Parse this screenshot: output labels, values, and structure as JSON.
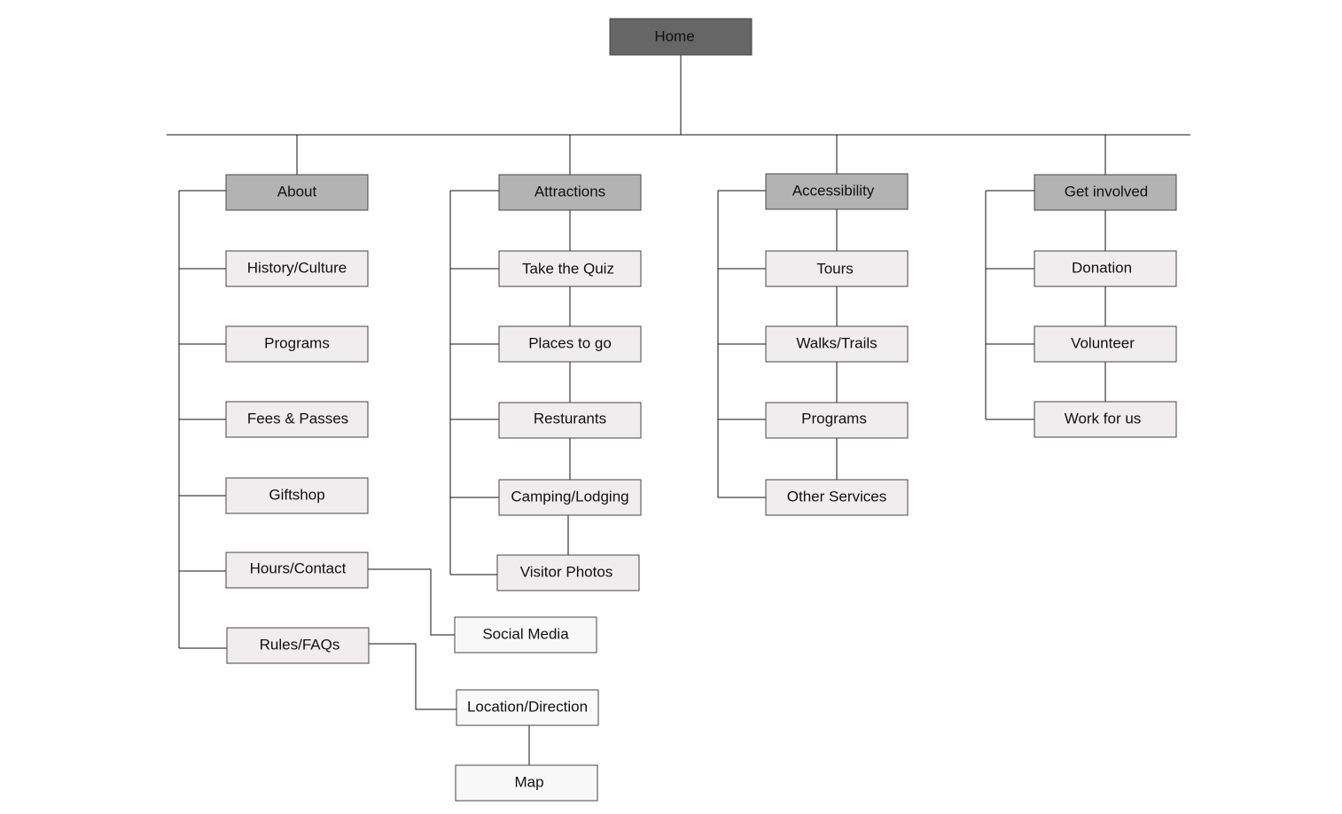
{
  "colors": {
    "root_fill": "#666666",
    "section_fill": "#b3b3b3",
    "page_fill": "#efeded",
    "sub_fill": "#f8f8f8"
  },
  "nodes": {
    "home": "Home",
    "about": "About",
    "attractions": "Attractions",
    "accessibility": "Accessibility",
    "get_involved": "Get involved",
    "history_culture": "History/Culture",
    "programs_about": "Programs",
    "fees_passes": "Fees & Passes",
    "giftshop": "Giftshop",
    "hours_contact": "Hours/Contact",
    "rules_faqs": "Rules/FAQs",
    "social_media": "Social Media",
    "location_direction": "Location/Direction",
    "map": "Map",
    "take_quiz": "Take the Quiz",
    "places_to_go": "Places to go",
    "resturants": "Resturants",
    "camping_lodging": "Camping/Lodging",
    "visitor_photos": "Visitor Photos",
    "tours": "Tours",
    "walks_trails": "Walks/Trails",
    "programs_access": "Programs",
    "other_services": "Other Services",
    "donation": "Donation",
    "volunteer": "Volunteer",
    "work_for_us": "Work for us"
  }
}
